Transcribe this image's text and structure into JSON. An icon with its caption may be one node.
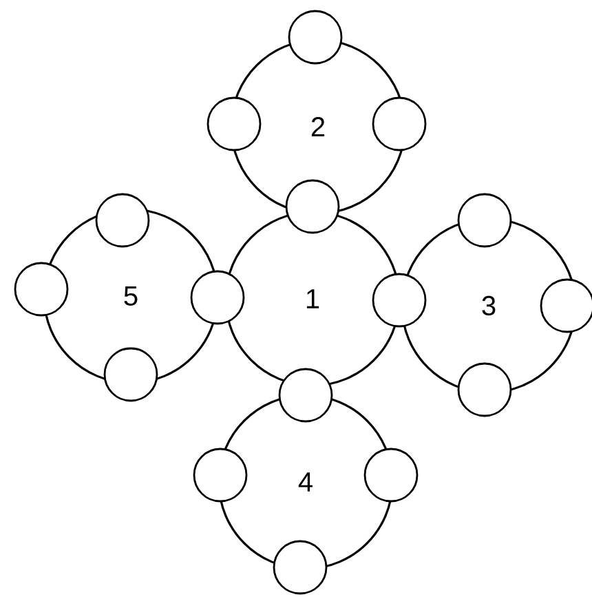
{
  "diagram": {
    "nodes": [
      {
        "text": [
          "2"
        ]
      },
      {
        "text": [
          "5"
        ]
      },
      {
        "text": [
          "1"
        ]
      },
      {
        "text": [
          "3"
        ]
      },
      {
        "text": [
          "4"
        ]
      },
      {
        "text": [],
        "shape": "circle"
      },
      {
        "text": [],
        "shape": "circle"
      },
      {
        "text": [],
        "shape": "circle"
      },
      {
        "text": [],
        "shape": "circle"
      },
      {
        "text": [],
        "shape": "circle"
      },
      {
        "text": [],
        "shape": "circle"
      },
      {
        "text": [],
        "shape": "circle"
      },
      {
        "text": [],
        "shape": "circle"
      },
      {
        "text": [],
        "shape": "circle"
      },
      {
        "text": [],
        "shape": "circle"
      },
      {
        "text": [],
        "shape": "circle"
      },
      {
        "text": [],
        "shape": "circle"
      },
      {
        "text": [],
        "shape": "circle"
      },
      {
        "text": [],
        "shape": "circle"
      },
      {
        "text": [],
        "shape": "circle"
      },
      {
        "text": [],
        "shape": "circle"
      }
    ]
  }
}
